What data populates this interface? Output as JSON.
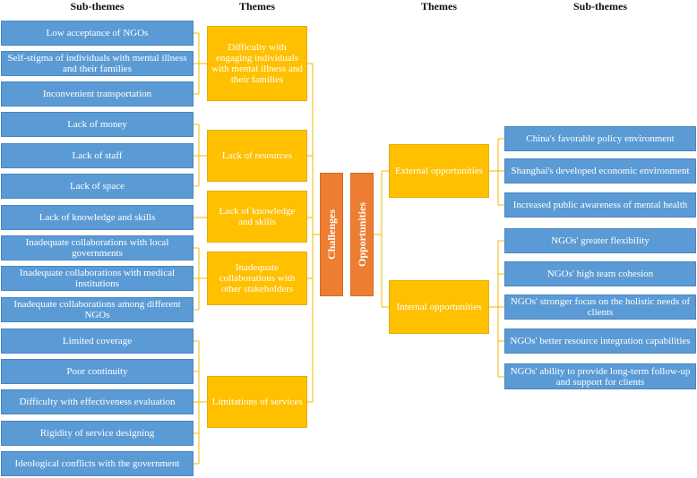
{
  "headers": {
    "left_subthemes": "Sub-themes",
    "left_themes": "Themes",
    "right_themes": "Themes",
    "right_subthemes": "Sub-themes"
  },
  "center": {
    "challenges": "Challenges",
    "opportunities": "Opportunities"
  },
  "challenge_themes": [
    "Difficulty with engaging individuals with mental illness and their families",
    "Lack of resources",
    "Lack of knowledge and skills",
    "Inadequate collaborations with other stakeholders",
    "Limitations of services"
  ],
  "challenge_subthemes": [
    "Low acceptance of NGOs",
    "Self-stigma of individuals with mental illness and their families",
    "Inconvenient transportation",
    "Lack of money",
    "Lack of staff",
    "Lack of space",
    "Lack of knowledge and skills",
    "Inadequate collaborations with local governments",
    "Inadequate collaborations with medical institutions",
    "Inadequate collaborations among different NGOs",
    "Limited coverage",
    "Poor continuity",
    "Difficulty with effectiveness evaluation",
    "Rigidity of service designing",
    "Ideological conflicts with the government"
  ],
  "opportunity_themes": [
    "External opportunities",
    "Internal opportunities"
  ],
  "opportunity_subthemes": [
    "China's favorable policy environment",
    "Shanghai's developed economic environment",
    "Increased public awareness of mental health",
    "NGOs' greater flexibility",
    "NGOs' high team cohesion",
    "NGOs' stronger focus on the holistic needs of clients",
    "NGOs' better resource integration capabilities",
    "NGOs' ability to provide long-term follow-up and support for clients"
  ]
}
